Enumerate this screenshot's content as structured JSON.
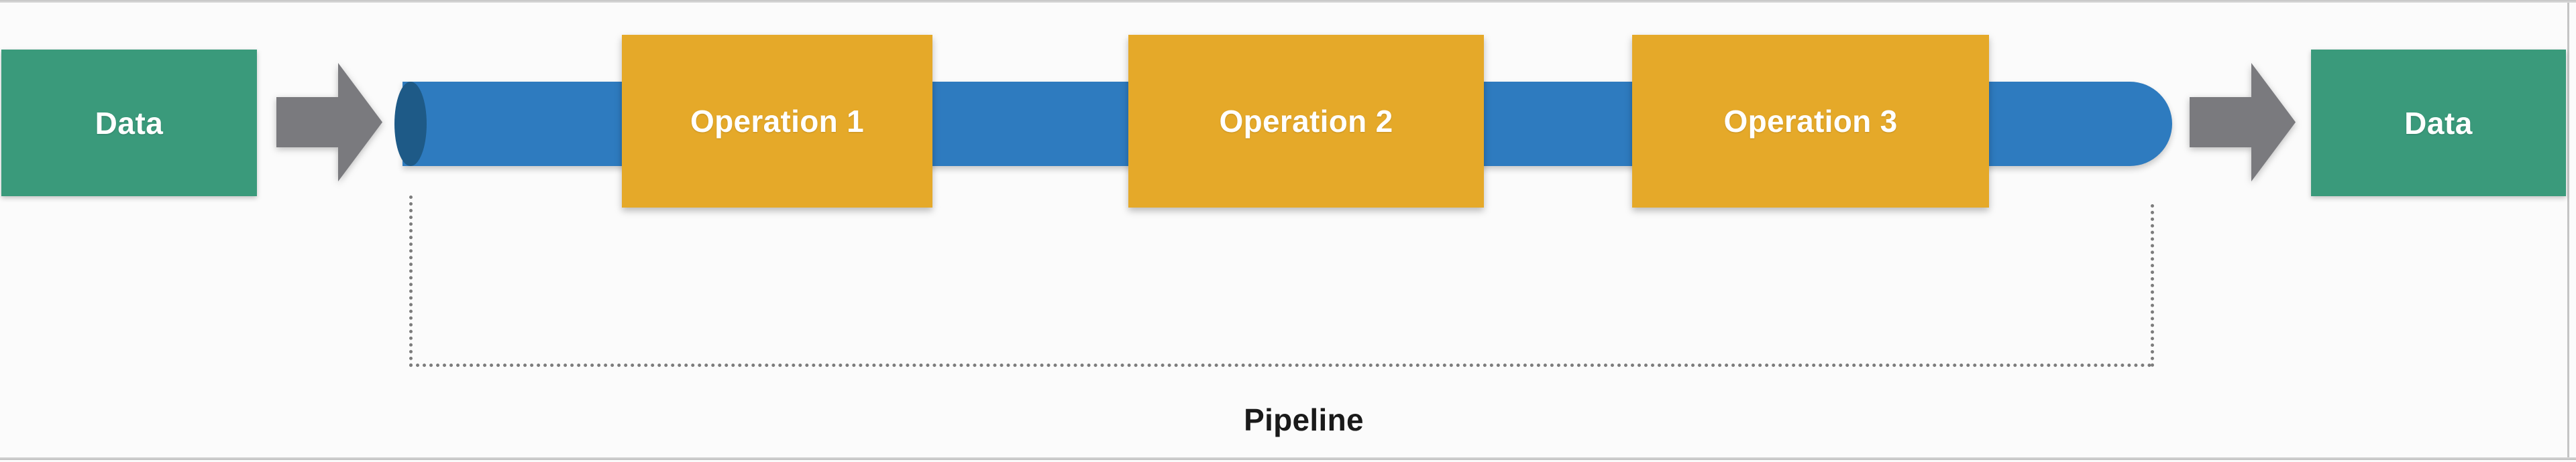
{
  "diagram": {
    "title": "Pipeline",
    "caption": "Pipeline",
    "source_node": {
      "label": "Data",
      "shape": "rectangle",
      "color": "#3A9A7B"
    },
    "sink_node": {
      "label": "Data",
      "shape": "rectangle",
      "color": "#3A9A7B"
    },
    "pipe": {
      "shape": "cylinder",
      "color": "#2E7BBF",
      "cap_color": "#1E5A87"
    },
    "arrows": [
      {
        "name": "input-arrow",
        "direction": "right",
        "color": "#7A7A7E"
      },
      {
        "name": "output-arrow",
        "direction": "right",
        "color": "#7A7A7E"
      }
    ],
    "operations": [
      {
        "label": "Operation 1",
        "color": "#E5A929"
      },
      {
        "label": "Operation 2",
        "color": "#E5A929"
      },
      {
        "label": "Operation 3",
        "color": "#E5A929"
      }
    ],
    "bracket": {
      "style": "dotted",
      "color": "#7C7C7C",
      "spans": "Operation 1 through Operation 3"
    },
    "colors": {
      "background": "#FBFBFB",
      "frame_border": "#C4C4C4",
      "data_green": "#3A9A7B",
      "pipe_blue": "#2E7BBF",
      "pipe_dark_blue": "#1E5A87",
      "operation_orange": "#E5A929",
      "arrow_gray": "#7A7A7E",
      "caption_text": "#1A1A1A",
      "label_text": "#FFFFFF"
    }
  }
}
